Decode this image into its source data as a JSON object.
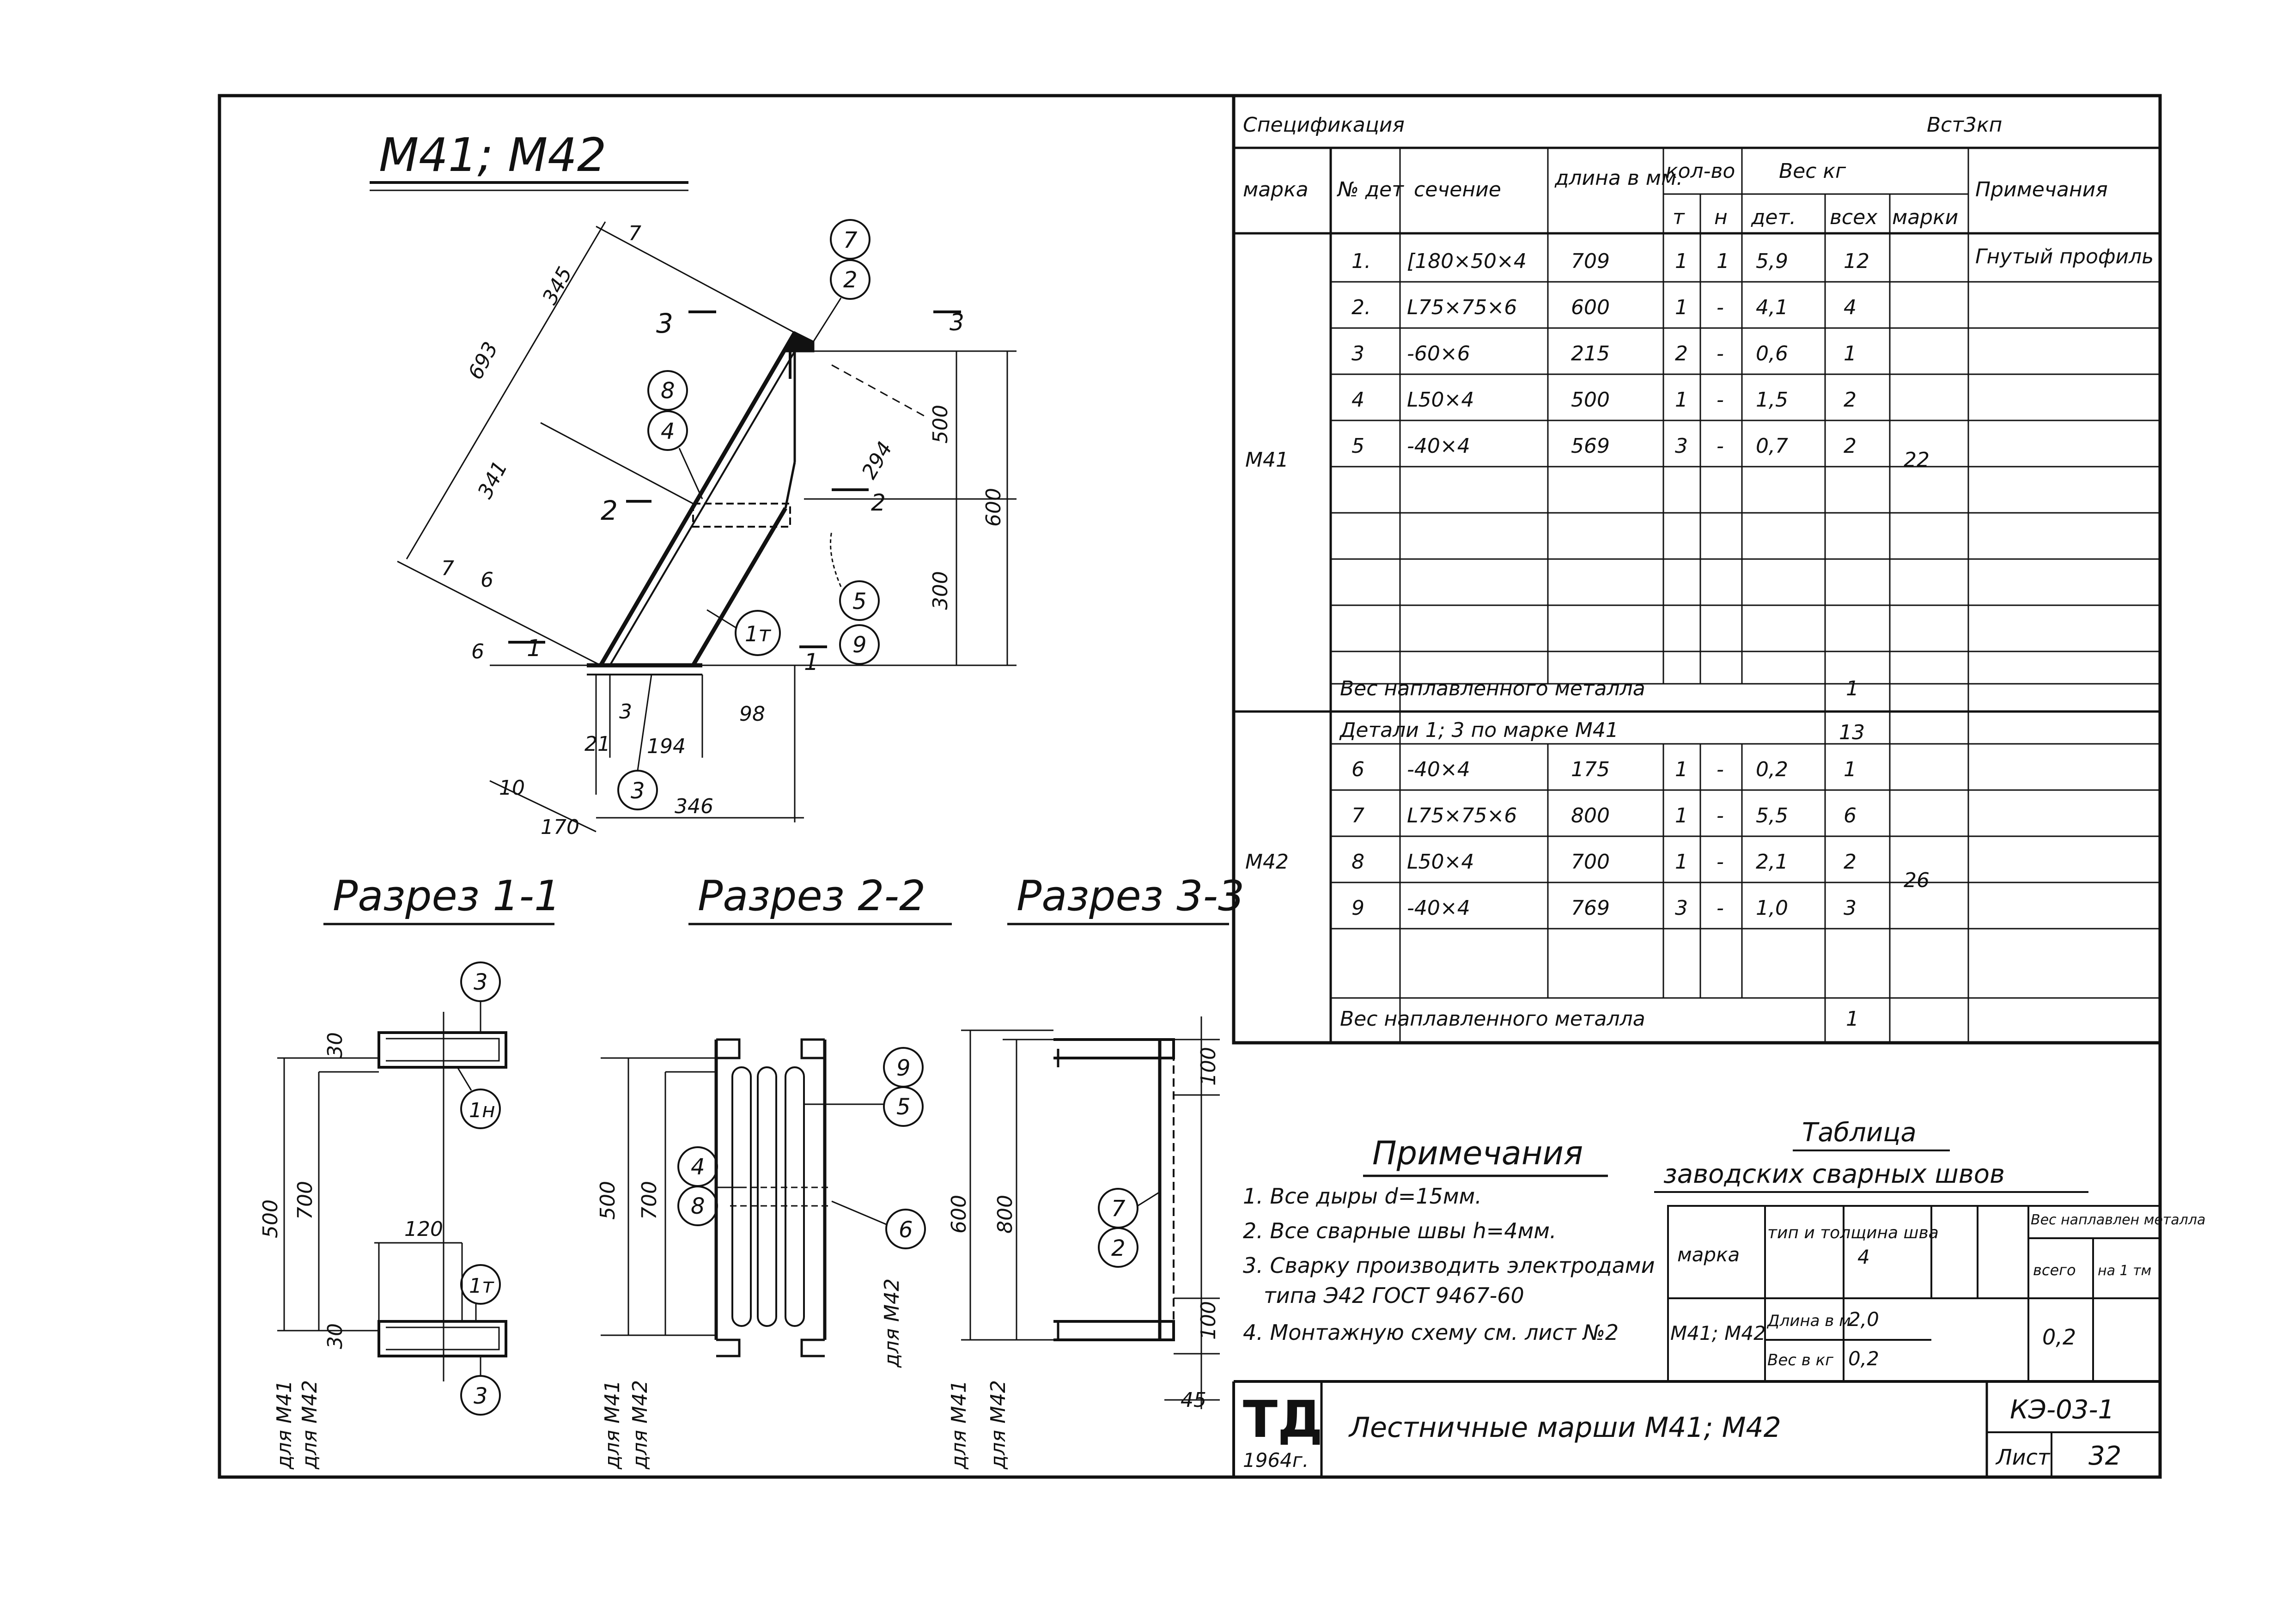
{
  "drawing": {
    "title": "М41; М42",
    "sections": [
      "Разрез 1-1",
      "Разрез 2-2",
      "Разрез 3-3"
    ],
    "main_view": {
      "dims_diagonal": [
        "693",
        "345",
        "341",
        "7",
        "7",
        "6"
      ],
      "dims_bottom": [
        "21",
        "194",
        "346",
        "170",
        "10",
        "3",
        "98"
      ],
      "dims_right": [
        "500",
        "300",
        "600",
        "294"
      ],
      "dims_left": [
        "6"
      ],
      "callouts": [
        "7",
        "2",
        "8",
        "4",
        "5",
        "9",
        "1т",
        "3"
      ],
      "cut_marks": [
        "3",
        "3",
        "2",
        "2",
        "1",
        "1"
      ]
    },
    "section_1": {
      "dims": [
        "30",
        "500",
        "700",
        "120",
        "30"
      ],
      "labels": [
        "для М41",
        "для М42"
      ],
      "callouts": [
        "3",
        "1н",
        "1т",
        "3"
      ]
    },
    "section_2": {
      "dims": [
        "500",
        "700"
      ],
      "labels": [
        "для М41",
        "для М42",
        "для М42"
      ],
      "callouts": [
        "9",
        "5",
        "4",
        "8",
        "6"
      ]
    },
    "section_3": {
      "dims": [
        "600",
        "800",
        "100",
        "100",
        "45"
      ],
      "labels": [
        "для М41",
        "для М42"
      ],
      "callouts": [
        "7",
        "2"
      ]
    }
  },
  "spec": {
    "title": "Спецификация",
    "steel": "Вст3кп",
    "headers": {
      "marka": "марка",
      "det": "№ дет",
      "sechenie": "сечение",
      "dlina": "длина в мм.",
      "kolvo": "кол-во",
      "t": "т",
      "n": "н",
      "ves": "Вес кг",
      "det_w": "дет.",
      "vseh": "всех",
      "marki": "марки",
      "prim": "Примечания"
    },
    "m41": {
      "marka": "М41",
      "rows": [
        [
          "1.",
          "[180×50×4",
          "709",
          "1",
          "1",
          "5,9",
          "12"
        ],
        [
          "2.",
          "L75×75×6",
          "600",
          "1",
          "-",
          "4,1",
          "4"
        ],
        [
          "3",
          "-60×6",
          "215",
          "2",
          "-",
          "0,6",
          "1"
        ],
        [
          "4",
          "L50×4",
          "500",
          "1",
          "-",
          "1,5",
          "2"
        ],
        [
          "5",
          "-40×4",
          "569",
          "3",
          "-",
          "0,7",
          "2"
        ]
      ],
      "note": "Гнутый профиль",
      "weld_label": "Вес наплавленного металла",
      "weld_value": "1",
      "total": "22"
    },
    "m42": {
      "marka": "М42",
      "details_note": "Детали 1; 3 по марке М41",
      "details_value": "13",
      "rows": [
        [
          "6",
          "-40×4",
          "175",
          "1",
          "-",
          "0,2",
          "1"
        ],
        [
          "7",
          "L75×75×6",
          "800",
          "1",
          "-",
          "5,5",
          "6"
        ],
        [
          "8",
          "L50×4",
          "700",
          "1",
          "-",
          "2,1",
          "2"
        ],
        [
          "9",
          "-40×4",
          "769",
          "3",
          "-",
          "1,0",
          "3"
        ]
      ],
      "weld_label": "Вес наплавленного металла",
      "weld_value": "1",
      "total": "26"
    }
  },
  "notes": {
    "title": "Примечания",
    "items": [
      "1. Все дыры d=15мм.",
      "2. Все сварные швы h=4мм.",
      "3. Сварку производить электродами",
      "типа Э42 ГОСТ 9467-60",
      "4. Монтажную схему см. лист №2"
    ]
  },
  "weld_table": {
    "title1": "Таблица",
    "title2": "заводских сварных швов",
    "marka_h": "марка",
    "type_h": "тип и толщина шва",
    "type_val": "4",
    "ves_h": "Вес наплавлен металла",
    "vsego_h": "всего",
    "na_h": "на 1 тм",
    "marka": "М41; М42",
    "len_label": "Длина в м",
    "len_val": "2,0",
    "ves_label": "Вес в кг",
    "ves_val": "0,2",
    "total": "0,2"
  },
  "stamp": {
    "logo": "ТД",
    "year": "1964г.",
    "title": "Лестничные марши М41; М42",
    "code": "КЭ-03-1",
    "sheet_label": "Лист",
    "sheet": "32"
  }
}
